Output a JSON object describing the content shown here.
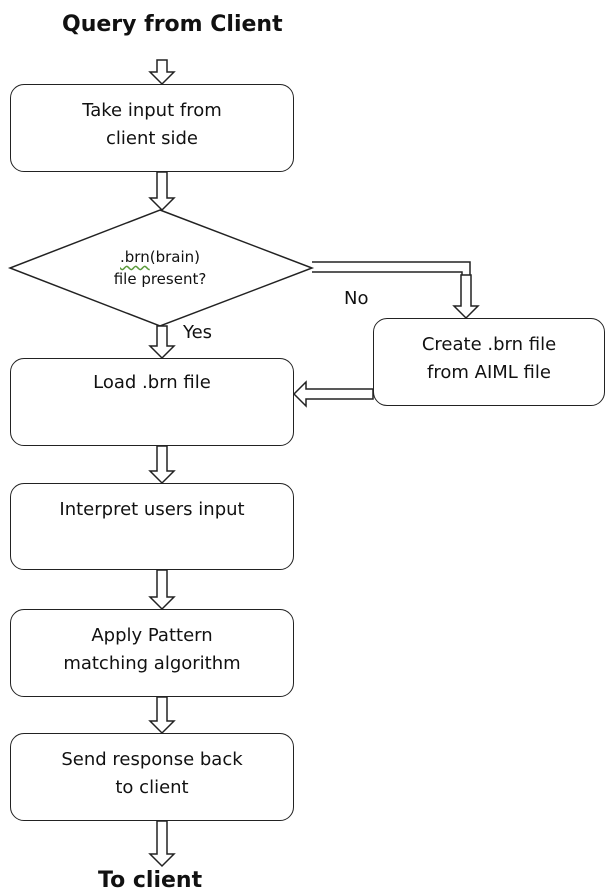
{
  "header": {
    "title": "Query from Client"
  },
  "footer": {
    "title": "To client"
  },
  "nodes": {
    "take_input": {
      "line1": "Take input from",
      "line2": "client side"
    },
    "decision": {
      "line1_marked": ".brn",
      "line1_rest": "(brain)",
      "line2": "file present?"
    },
    "create_brn": {
      "line1": "Create .brn file",
      "line2": "from AIML file"
    },
    "load_brn": {
      "line1": "Load .brn file"
    },
    "interpret": {
      "line1": "Interpret users input"
    },
    "apply_pattern": {
      "line1": "Apply Pattern",
      "line2": "matching algorithm"
    },
    "send_response": {
      "line1": "Send response back",
      "line2": "to client"
    }
  },
  "edges": {
    "yes_label": "Yes",
    "no_label": "No"
  },
  "colors": {
    "line": "#222222",
    "spellcheck_underline": "#5a9a3a"
  }
}
